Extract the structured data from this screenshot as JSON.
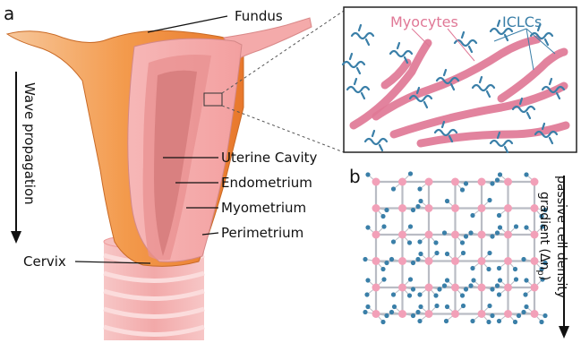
{
  "panel_a": {
    "letter": "a",
    "side_arrow_label": "Wave propagation",
    "labels": {
      "fundus": "Fundus",
      "uterine_cavity": "Uterine Cavity",
      "endometrium": "Endometrium",
      "myometrium": "Myometrium",
      "perimetrium": "Perimetrium",
      "cervix": "Cervix"
    },
    "inset": {
      "myocytes": "Myocytes",
      "iclcs": "ICLCs"
    }
  },
  "panel_b": {
    "letter": "b",
    "side_arrow_label_line1": "passive cell density",
    "side_arrow_label_line2": "gradient (Δn",
    "side_arrow_label_subscript": "p",
    "side_arrow_label_close": ")"
  },
  "colors": {
    "uterus_outer": "#f08a3c",
    "uterus_muscle": "#f2a6a6",
    "myocyte_pink": "#e07896",
    "iclc_blue": "#3a7fa8",
    "grid_node": "#f2a0b8",
    "grid_line": "#b9bcc4"
  }
}
